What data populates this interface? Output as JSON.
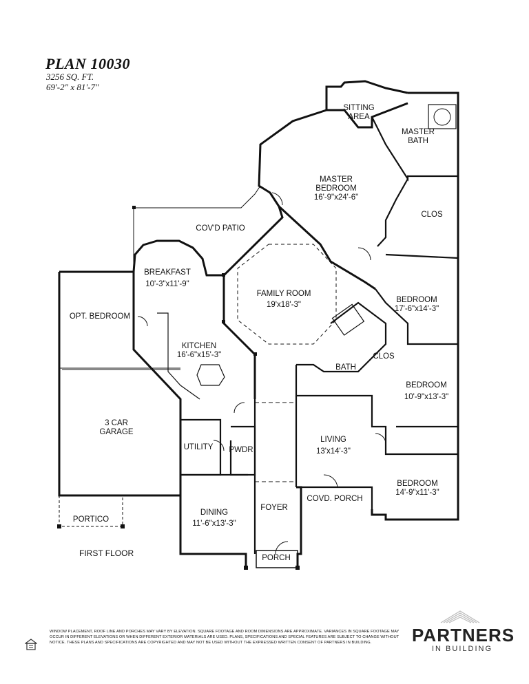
{
  "header": {
    "plan_name": "PLAN 10030",
    "sq_ft": "3256 SQ. FT.",
    "dimensions": "69'-2\" x 81'-7\""
  },
  "rooms": {
    "sitting_area": {
      "name": "SITTING AREA"
    },
    "master_bath": {
      "name": "MASTER BATH"
    },
    "master_bedroom": {
      "name": "MASTER BEDROOM",
      "dim": "16'-9\"x24'-6\""
    },
    "clos_master": {
      "name": "CLOS"
    },
    "covd_patio": {
      "name": "COV'D PATIO"
    },
    "breakfast": {
      "name": "BREAKFAST",
      "dim": "10'-3\"x11'-9\""
    },
    "family_room": {
      "name": "FAMILY ROOM",
      "dim": "19'x18'-3\""
    },
    "bedroom_2": {
      "name": "BEDROOM",
      "dim": "17'-6\"x14'-3\""
    },
    "opt_bedroom": {
      "name": "OPT. BEDROOM"
    },
    "kitchen": {
      "name": "KITCHEN",
      "dim": "16'-6\"x15'-3\""
    },
    "bath": {
      "name": "BATH"
    },
    "clos_2": {
      "name": "CLOS"
    },
    "bedroom_3": {
      "name": "BEDROOM",
      "dim": "10'-9\"x13'-3\""
    },
    "garage": {
      "name": "3 CAR GARAGE"
    },
    "living": {
      "name": "LIVING",
      "dim": "13'x14'-3\""
    },
    "utility": {
      "name": "UTILITY"
    },
    "pwdr": {
      "name": "PWDR"
    },
    "bedroom_4": {
      "name": "BEDROOM",
      "dim": "14'-9\"x11'-3\""
    },
    "covd_porch": {
      "name": "COVD. PORCH"
    },
    "dining": {
      "name": "DINING",
      "dim": "11'-6\"x13'-3\""
    },
    "foyer": {
      "name": "FOYER"
    },
    "portico": {
      "name": "PORTICO"
    },
    "porch": {
      "name": "PORCH"
    }
  },
  "floor_label": "FIRST FLOOR",
  "disclaimer": "WINDOW PLACEMENT, ROOF LINE AND PORCHES MAY VARY BY ELEVATION. SQUARE FOOTAGE AND ROOM DIMENSIONS ARE APPROXIMATE. VARIANCES IN SQUARE FOOTAGE MAY OCCUR IN DIFFERENT ELEVATIONS OR WHEN DIFFERENT EXTERIOR MATERIALS ARE USED. PLANS, SPECIFICATIONS AND SPECIAL FEATURES ARE SUBJECT TO CHANGE WITHOUT NOTICE. THESE PLANS AND SPECIFICATIONS ARE COPYRIGHTED AND MAY NOT BE USED WITHOUT THE EXPRESSED WRITTEN CONSENT OF PARTNERS IN BUILDING.",
  "brand": {
    "name": "PARTNERS",
    "tagline": "IN BUILDING",
    "logo_icon": "roof-lines-icon",
    "eho_icon": "equal-housing-icon"
  }
}
